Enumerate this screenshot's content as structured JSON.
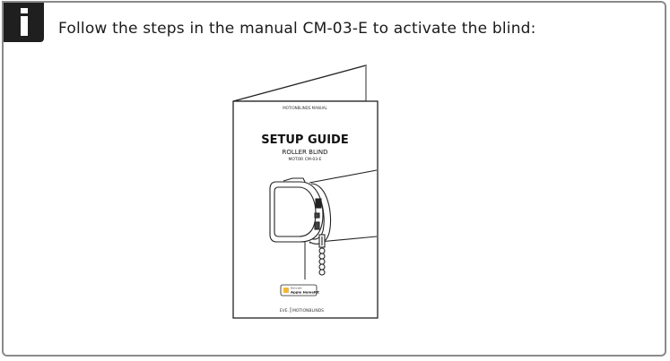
{
  "panel": {
    "icon": "info-icon",
    "heading": "Follow the steps in the manual CM-03-E to activate the blind:"
  },
  "manual": {
    "top_label": "MOTIONBLINDS MANUAL",
    "title": "SETUP GUIDE",
    "subtitle": "ROLLER BLIND",
    "model": "MOTOR CM-03-E",
    "badge_small": "Works with",
    "badge_label": "Apple HomeKit",
    "footer_brand_left": "EVE.",
    "footer_brand_right": "MOTIONBLINDS"
  },
  "colors": {
    "badge_bg": "#1f1f1f",
    "border": "#8a8a8a",
    "text": "#1a1a1a",
    "homekit_icon": "#f2b632"
  }
}
